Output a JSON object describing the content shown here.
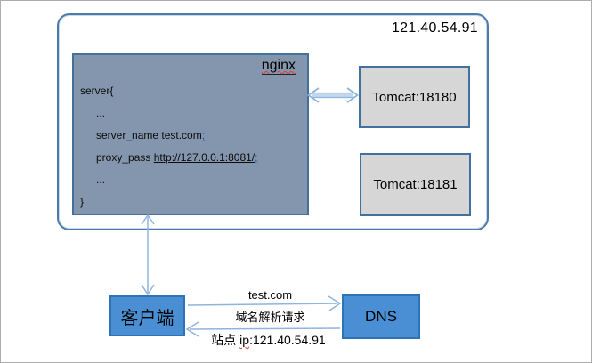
{
  "colors": {
    "outer_border": "#4d7ba8",
    "nginx_fill": "#8496ad",
    "nginx_border": "#41719c",
    "tomcat_fill": "#d6d6d6",
    "node_fill": "#4a8fd3",
    "node_border": "#2e74b5",
    "arrow_blue": "#8fb4de",
    "link_blue": "#0563c1",
    "squiggle_red": "#e03a3a"
  },
  "server_group": {
    "host_label": "121.40.54.91",
    "nginx": {
      "title": "nginx",
      "config": {
        "open": "server{",
        "dots1": "...",
        "server_name_text": "server_name test.com",
        "server_name_semi": ";",
        "proxy_pass_text": "proxy_pass ",
        "proxy_pass_url": "http://127.0.0.1:8081/",
        "proxy_pass_semi": ";",
        "dots2": "...",
        "close": "}"
      }
    },
    "tomcat1_label": "Tomcat:18180",
    "tomcat2_label": "Tomcat:18181"
  },
  "client": {
    "label": "客户端"
  },
  "dns": {
    "label": "DNS"
  },
  "dns_flow": {
    "request_domain": "test.com",
    "request_caption": "域名解析请求",
    "response_prefix": "站点 ",
    "response_ip": "ip",
    "response_suffix": ":121.40.54.91"
  }
}
